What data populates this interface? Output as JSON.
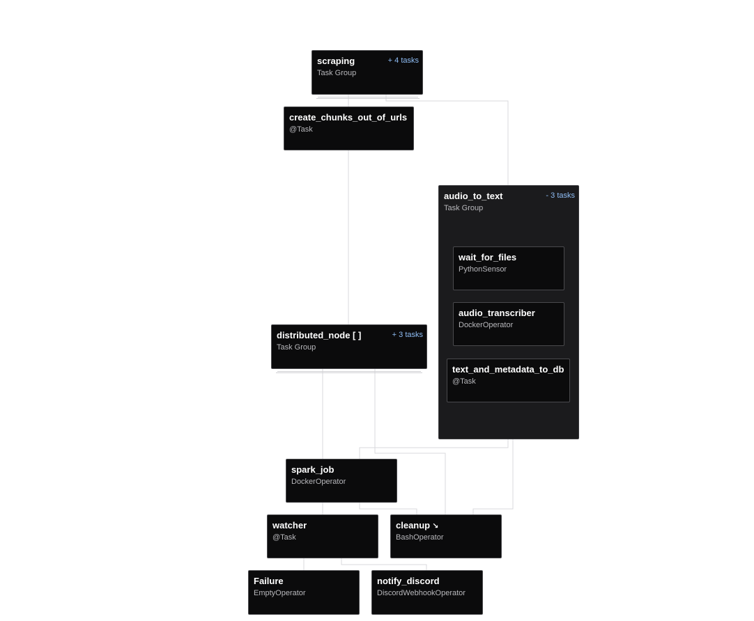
{
  "graph": {
    "scraping": {
      "title": "scraping",
      "subtitle": "Task Group",
      "toggle": "+ 4 tasks"
    },
    "create_chunks": {
      "title": "create_chunks_out_of_urls",
      "subtitle": "@Task"
    },
    "audio_to_text": {
      "title": "audio_to_text",
      "subtitle": "Task Group",
      "toggle": "- 3 tasks"
    },
    "wait_for_files": {
      "title": "wait_for_files",
      "subtitle": "PythonSensor"
    },
    "audio_transcriber": {
      "title": "audio_transcriber",
      "subtitle": "DockerOperator"
    },
    "text_and_metadata": {
      "title": "text_and_metadata_to_db",
      "subtitle": "@Task"
    },
    "distributed_node": {
      "title": "distributed_node [ ]",
      "subtitle": "Task Group",
      "toggle": "+ 3 tasks"
    },
    "spark_job": {
      "title": "spark_job",
      "subtitle": "DockerOperator"
    },
    "watcher": {
      "title": "watcher",
      "subtitle": "@Task"
    },
    "cleanup": {
      "title": "cleanup",
      "subtitle": "BashOperator",
      "icon": "external-link-icon"
    },
    "failure": {
      "title": "Failure",
      "subtitle": "EmptyOperator"
    },
    "notify_discord": {
      "title": "notify_discord",
      "subtitle": "DiscordWebhookOperator"
    }
  },
  "colors": {
    "background": "#ffffff",
    "node_fill": "#0b0b0c",
    "group_fill": "#1b1b1d",
    "edge": "#d9d9dc",
    "toggle_link": "#8fbdf5"
  }
}
